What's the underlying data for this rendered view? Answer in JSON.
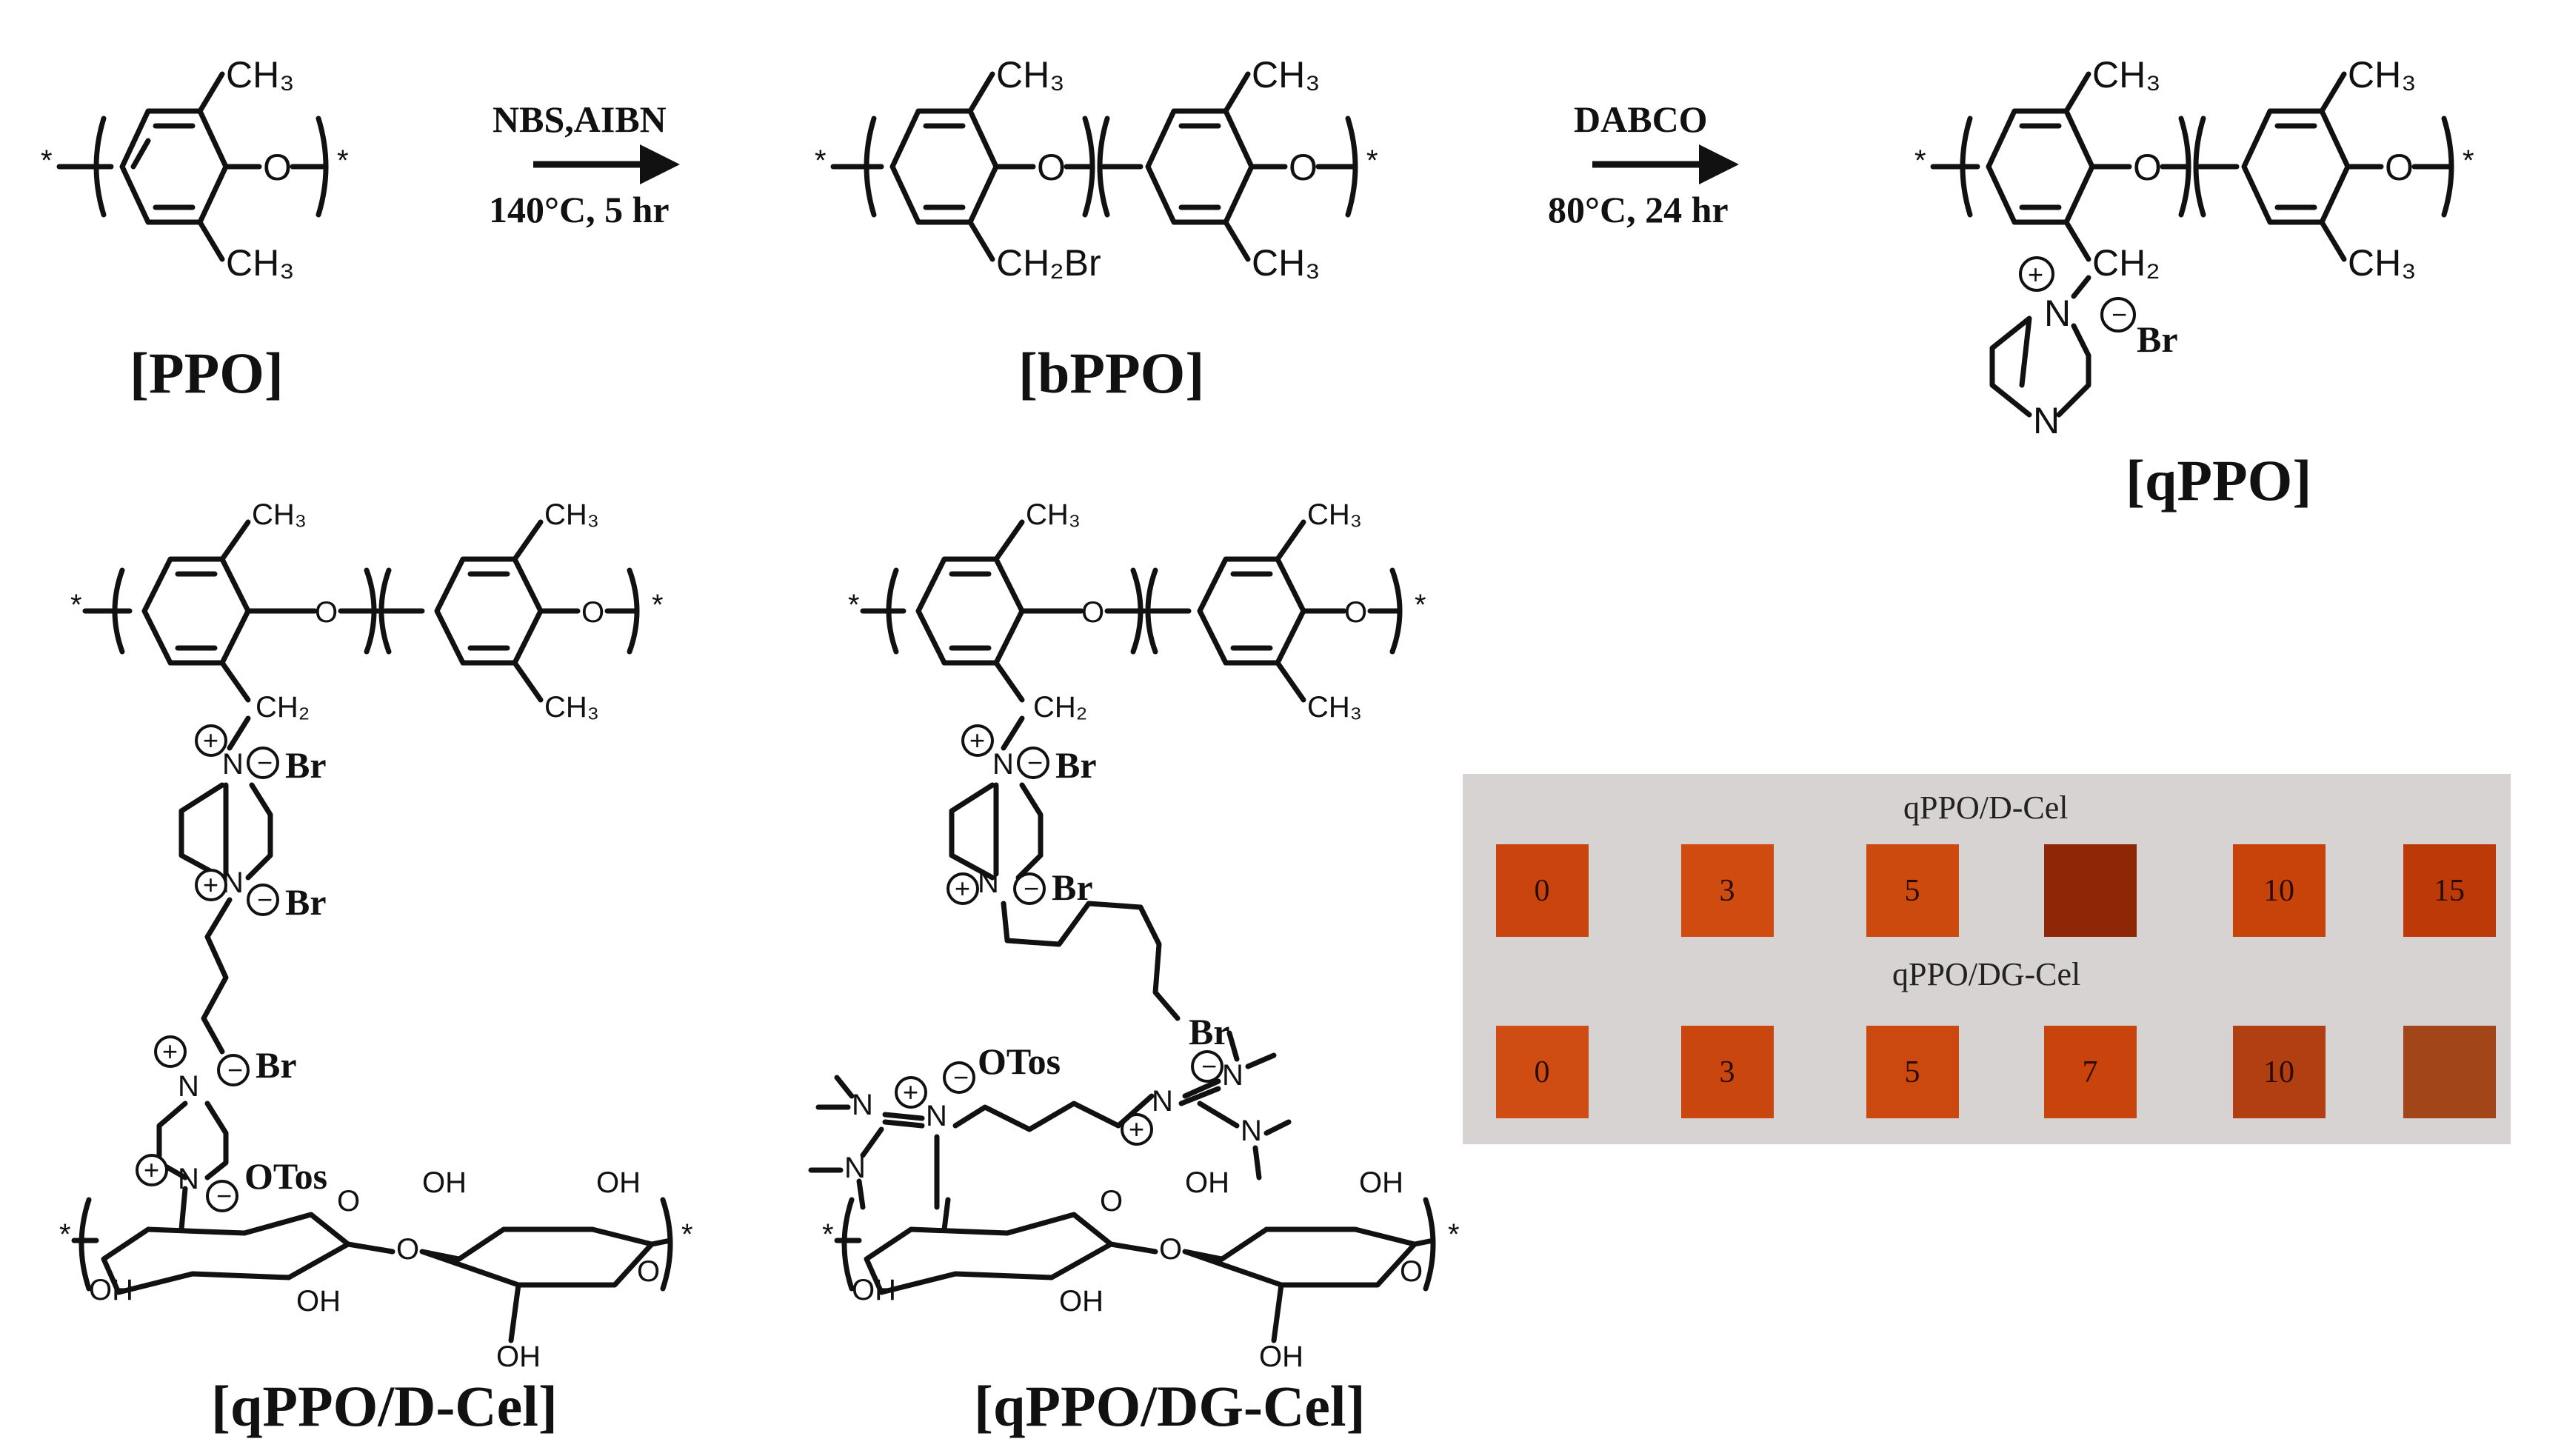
{
  "row1": {
    "ppo": {
      "name": "[PPO]",
      "ch3_top": "CH₃",
      "ch3_bottom": "CH₃",
      "o": "O"
    },
    "arrow1": {
      "top": "NBS,AIBN",
      "bottom": "140°C, 5 hr"
    },
    "bppo": {
      "name": "[bPPO]",
      "ch3_top": "CH₃",
      "ch3_bottom": "CH₃",
      "ch2br": "CH₂Br",
      "o": "O"
    },
    "arrow2": {
      "top": "DABCO",
      "bottom": "80°C, 24 hr"
    },
    "qppo": {
      "name": "[qPPO]",
      "ch3_top": "CH₃",
      "ch3_bottom": "CH₃",
      "ch2": "CH₂",
      "o": "O",
      "n": "N",
      "br": "Br"
    }
  },
  "row2": {
    "dcel": {
      "name": "[qPPO/D-Cel]",
      "ch3": "CH₃",
      "ch2": "CH₂",
      "o": "O",
      "n": "N",
      "br": "Br",
      "otos": "OTos",
      "oh": "OH"
    },
    "dgcel": {
      "name": "[qPPO/DG-Cel]",
      "ch3": "CH₃",
      "ch2": "CH₂",
      "o": "O",
      "n": "N",
      "br": "Br",
      "otos": "OTos",
      "oh": "OH"
    }
  },
  "photo": {
    "row1_label": "qPPO/D-Cel",
    "row2_label": "qPPO/DG-Cel",
    "row1_samples": [
      {
        "label": "0",
        "color": "#c9450d"
      },
      {
        "label": "3",
        "color": "#cf4b10"
      },
      {
        "label": "5",
        "color": "#cd4a0e"
      },
      {
        "label": "",
        "color": "#8f2606"
      },
      {
        "label": "10",
        "color": "#c84309"
      },
      {
        "label": "15",
        "color": "#bd3a08"
      }
    ],
    "row2_samples": [
      {
        "label": "0",
        "color": "#cf4c12"
      },
      {
        "label": "3",
        "color": "#c9460f"
      },
      {
        "label": "5",
        "color": "#cb480e"
      },
      {
        "label": "7",
        "color": "#c9440c"
      },
      {
        "label": "10",
        "color": "#b13f12"
      },
      {
        "label": "",
        "color": "#a24519"
      }
    ]
  }
}
